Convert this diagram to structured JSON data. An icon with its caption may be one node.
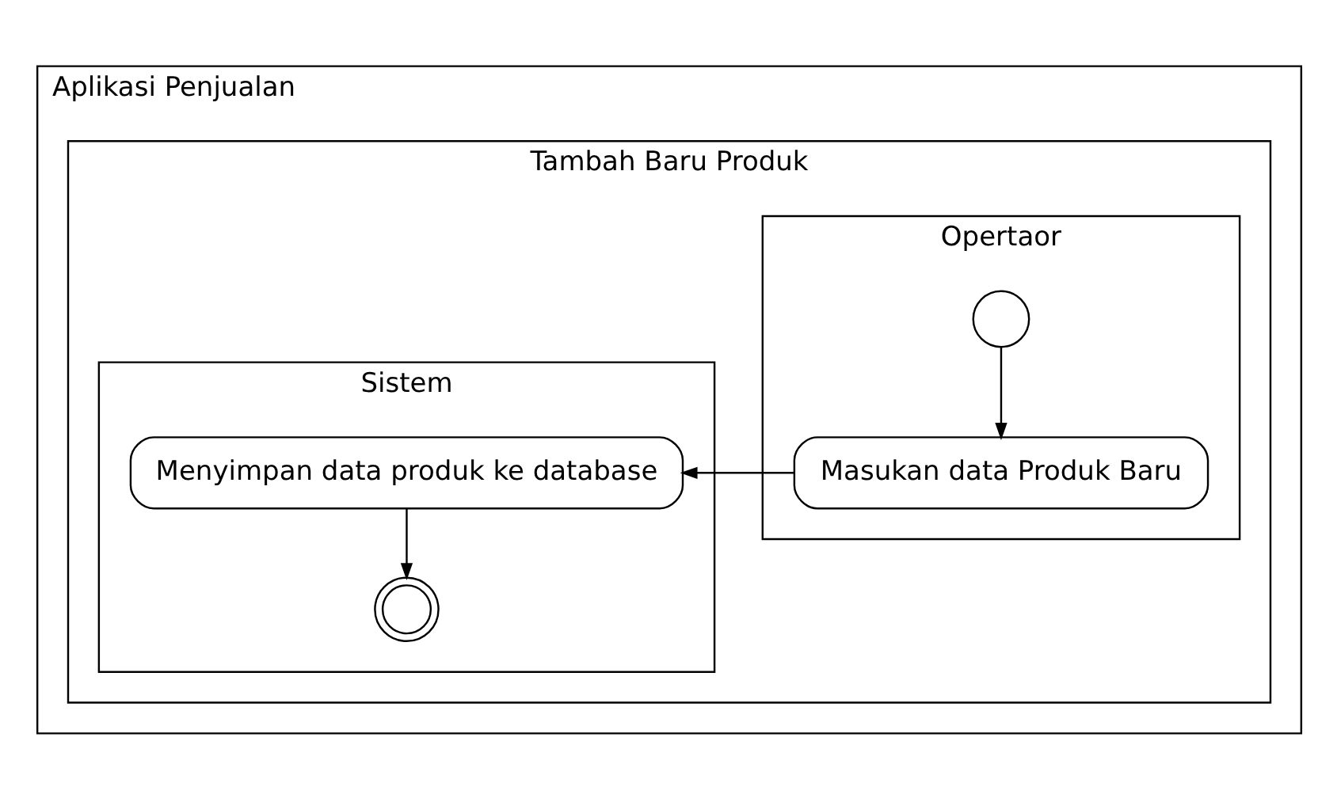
{
  "diagram": {
    "nodes": [
      {
        "text": [
          "Aplikasi Penjualan"
        ]
      },
      {
        "text": [
          "Tambah Baru Produk"
        ],
        "in": 0
      },
      {
        "text": [
          "Opertaor"
        ],
        "in": 1
      },
      {
        "text": [
          "Sistem"
        ],
        "in": 1
      },
      {
        "text": [],
        "shape": "circle",
        "in": 2
      },
      {
        "text": [
          "Masukan data Produk Baru"
        ],
        "in": 2
      },
      {
        "text": [
          "Menyimpan data produk ke database"
        ],
        "in": 3
      },
      {
        "text": [],
        "shape": "bullseye",
        "in": 3
      }
    ],
    "edges": [
      {
        "from": 4,
        "to": 5,
        "arrow": "to"
      },
      {
        "from": 5,
        "to": 6,
        "arrow": "to"
      },
      {
        "from": 6,
        "to": 7,
        "arrow": "to"
      }
    ]
  }
}
